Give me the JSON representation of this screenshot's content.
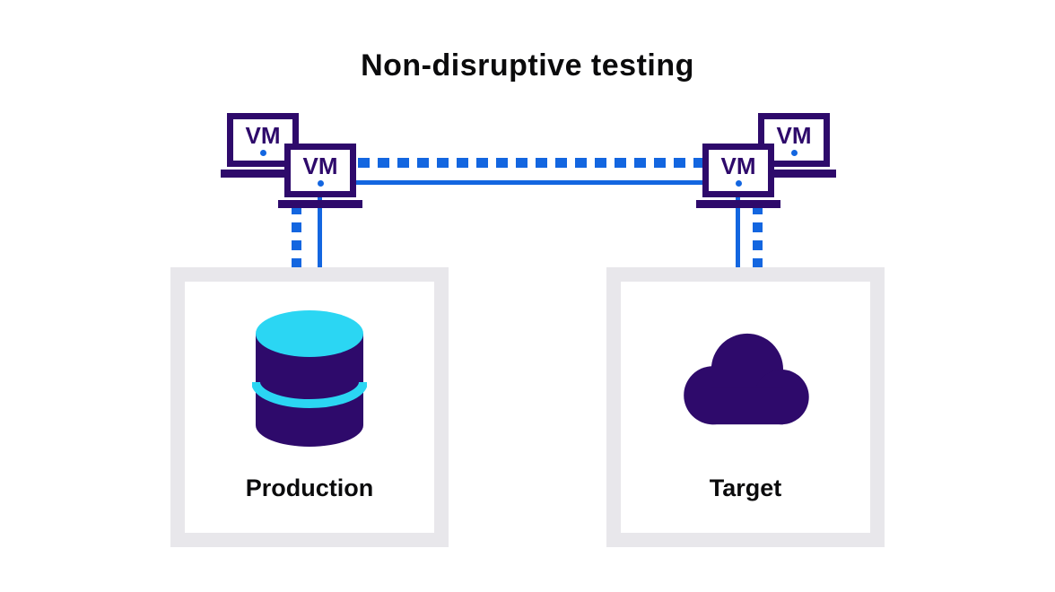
{
  "title": "Non-disruptive testing",
  "vms": {
    "left_back": "VM",
    "left_front": "VM",
    "right_front": "VM",
    "right_back": "VM"
  },
  "nodes": {
    "production": {
      "label": "Production",
      "icon": "database-icon"
    },
    "target": {
      "label": "Target",
      "icon": "cloud-icon"
    }
  },
  "links": {
    "horizontal_dotted": "vm-to-vm-test-link",
    "horizontal_solid": "vm-to-vm-replication-link",
    "vertical_left": "vm-to-production-link",
    "vertical_right": "vm-to-target-link"
  },
  "colors": {
    "purple": "#2e0a6b",
    "blue": "#1366e0",
    "cyan": "#2bd6f3",
    "panel_gray": "#e8e7eb",
    "text": "#0b0b0c"
  }
}
